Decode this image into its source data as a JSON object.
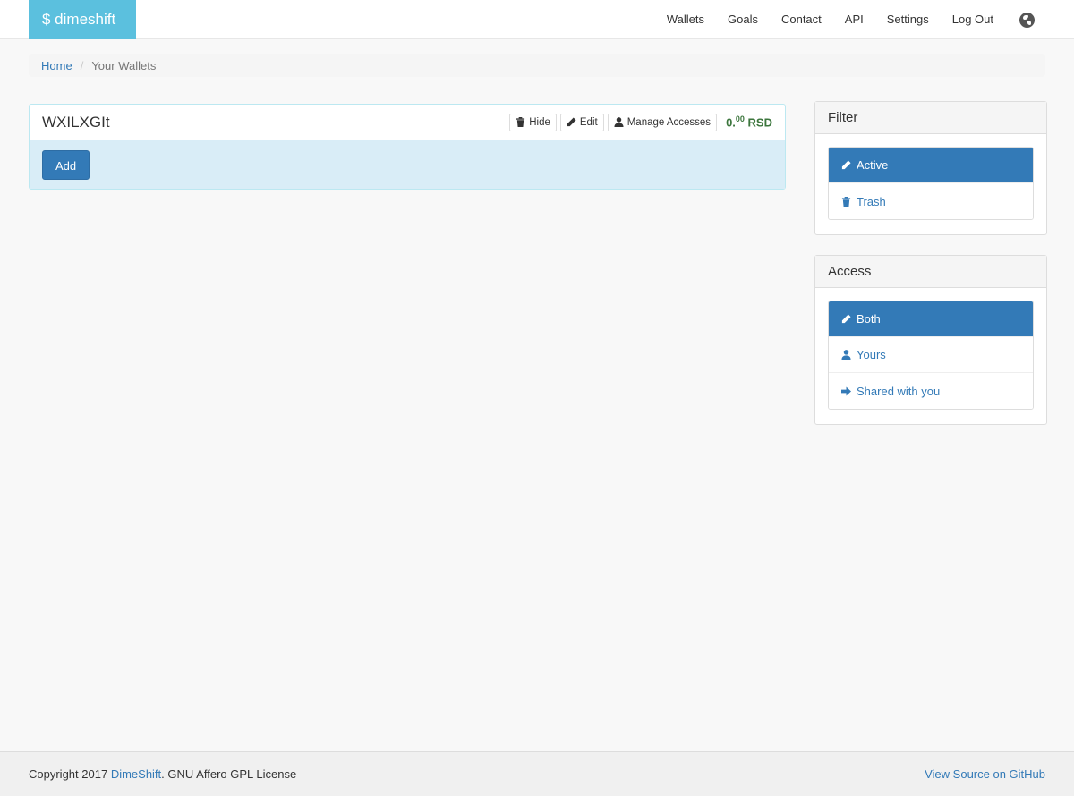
{
  "navbar": {
    "brand": "$ dimeshift",
    "links": [
      "Wallets",
      "Goals",
      "Contact",
      "API",
      "Settings",
      "Log Out"
    ],
    "language_icon": "globe-icon"
  },
  "breadcrumb": {
    "home": "Home",
    "separator": "/",
    "current": "Your Wallets"
  },
  "wallet": {
    "name": "WXILXGIt",
    "actions": {
      "hide": "Hide",
      "edit": "Edit",
      "manage_accesses": "Manage Accesses"
    },
    "balance": {
      "whole": "0.",
      "fraction": "00",
      "currency": "RSD"
    },
    "add_label": "Add"
  },
  "filter": {
    "title": "Filter",
    "items": [
      "Active",
      "Trash"
    ],
    "selected": "Active"
  },
  "access": {
    "title": "Access",
    "items": [
      "Both",
      "Yours",
      "Shared with you"
    ],
    "selected": "Both"
  },
  "footer": {
    "copyright": "Copyright",
    "year": "2017",
    "brand_link": "DimeShift",
    "license": ". GNU Affero GPL License",
    "source_link": "View Source on GitHub"
  },
  "colors": {
    "brand_bg": "#5bc0de",
    "primary": "#337ab7",
    "balance": "#3c763d",
    "wallet_body": "#d9edf7"
  }
}
